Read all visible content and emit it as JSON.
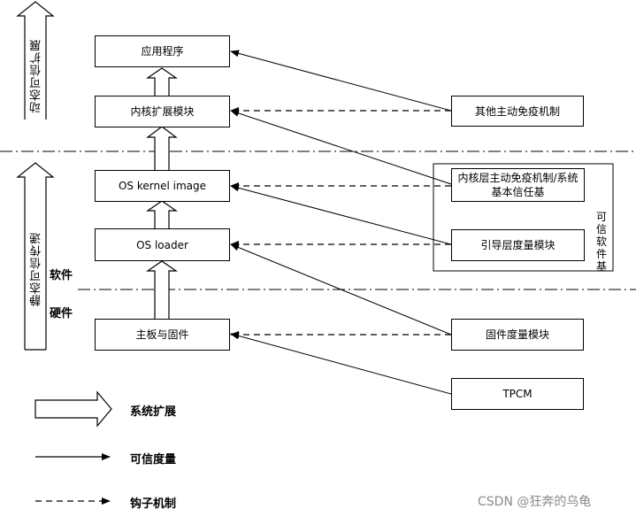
{
  "boxes": {
    "app": "应用程序",
    "kernel_ext": "内核扩展模块",
    "os_kernel": "OS kernel image",
    "os_loader": "OS loader",
    "board": "主板与固件",
    "other_immune": "其他主动免疫机制",
    "kernel_immune": "内核层主动免疫机制/系统基本信任基",
    "boot_measure": "引导层度量模块",
    "firmware_measure": "固件度量模块",
    "tpcm": "TPCM"
  },
  "side_labels": {
    "dynamic": "动态可信扩展",
    "static": "静态可信传递",
    "trusted_base": "可信软件基",
    "software": "软件",
    "hardware": "硬件"
  },
  "legend": {
    "extension": "系统扩展",
    "measure": "可信度量",
    "hook": "钩子机制"
  },
  "watermark": "CSDN @狂奔的乌龟"
}
